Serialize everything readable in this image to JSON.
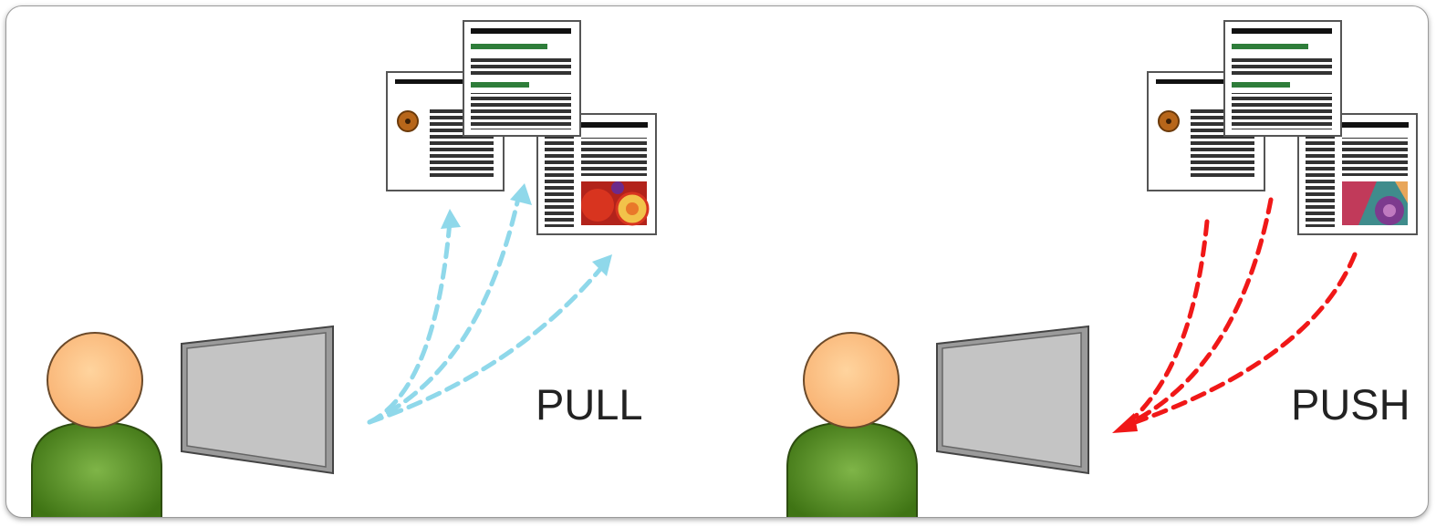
{
  "panels": [
    {
      "label": "PULL",
      "arrow_direction": "user-to-documents"
    },
    {
      "label": "PUSH",
      "arrow_direction": "documents-to-user"
    }
  ],
  "colors": {
    "pull_arrow": "#8fd8ea",
    "push_arrow": "#f01818",
    "person_head": "#fdbf82",
    "person_body": "#4f8a1e",
    "monitor": "#c4c4c4",
    "doc_accent": "#2e7d3a"
  }
}
